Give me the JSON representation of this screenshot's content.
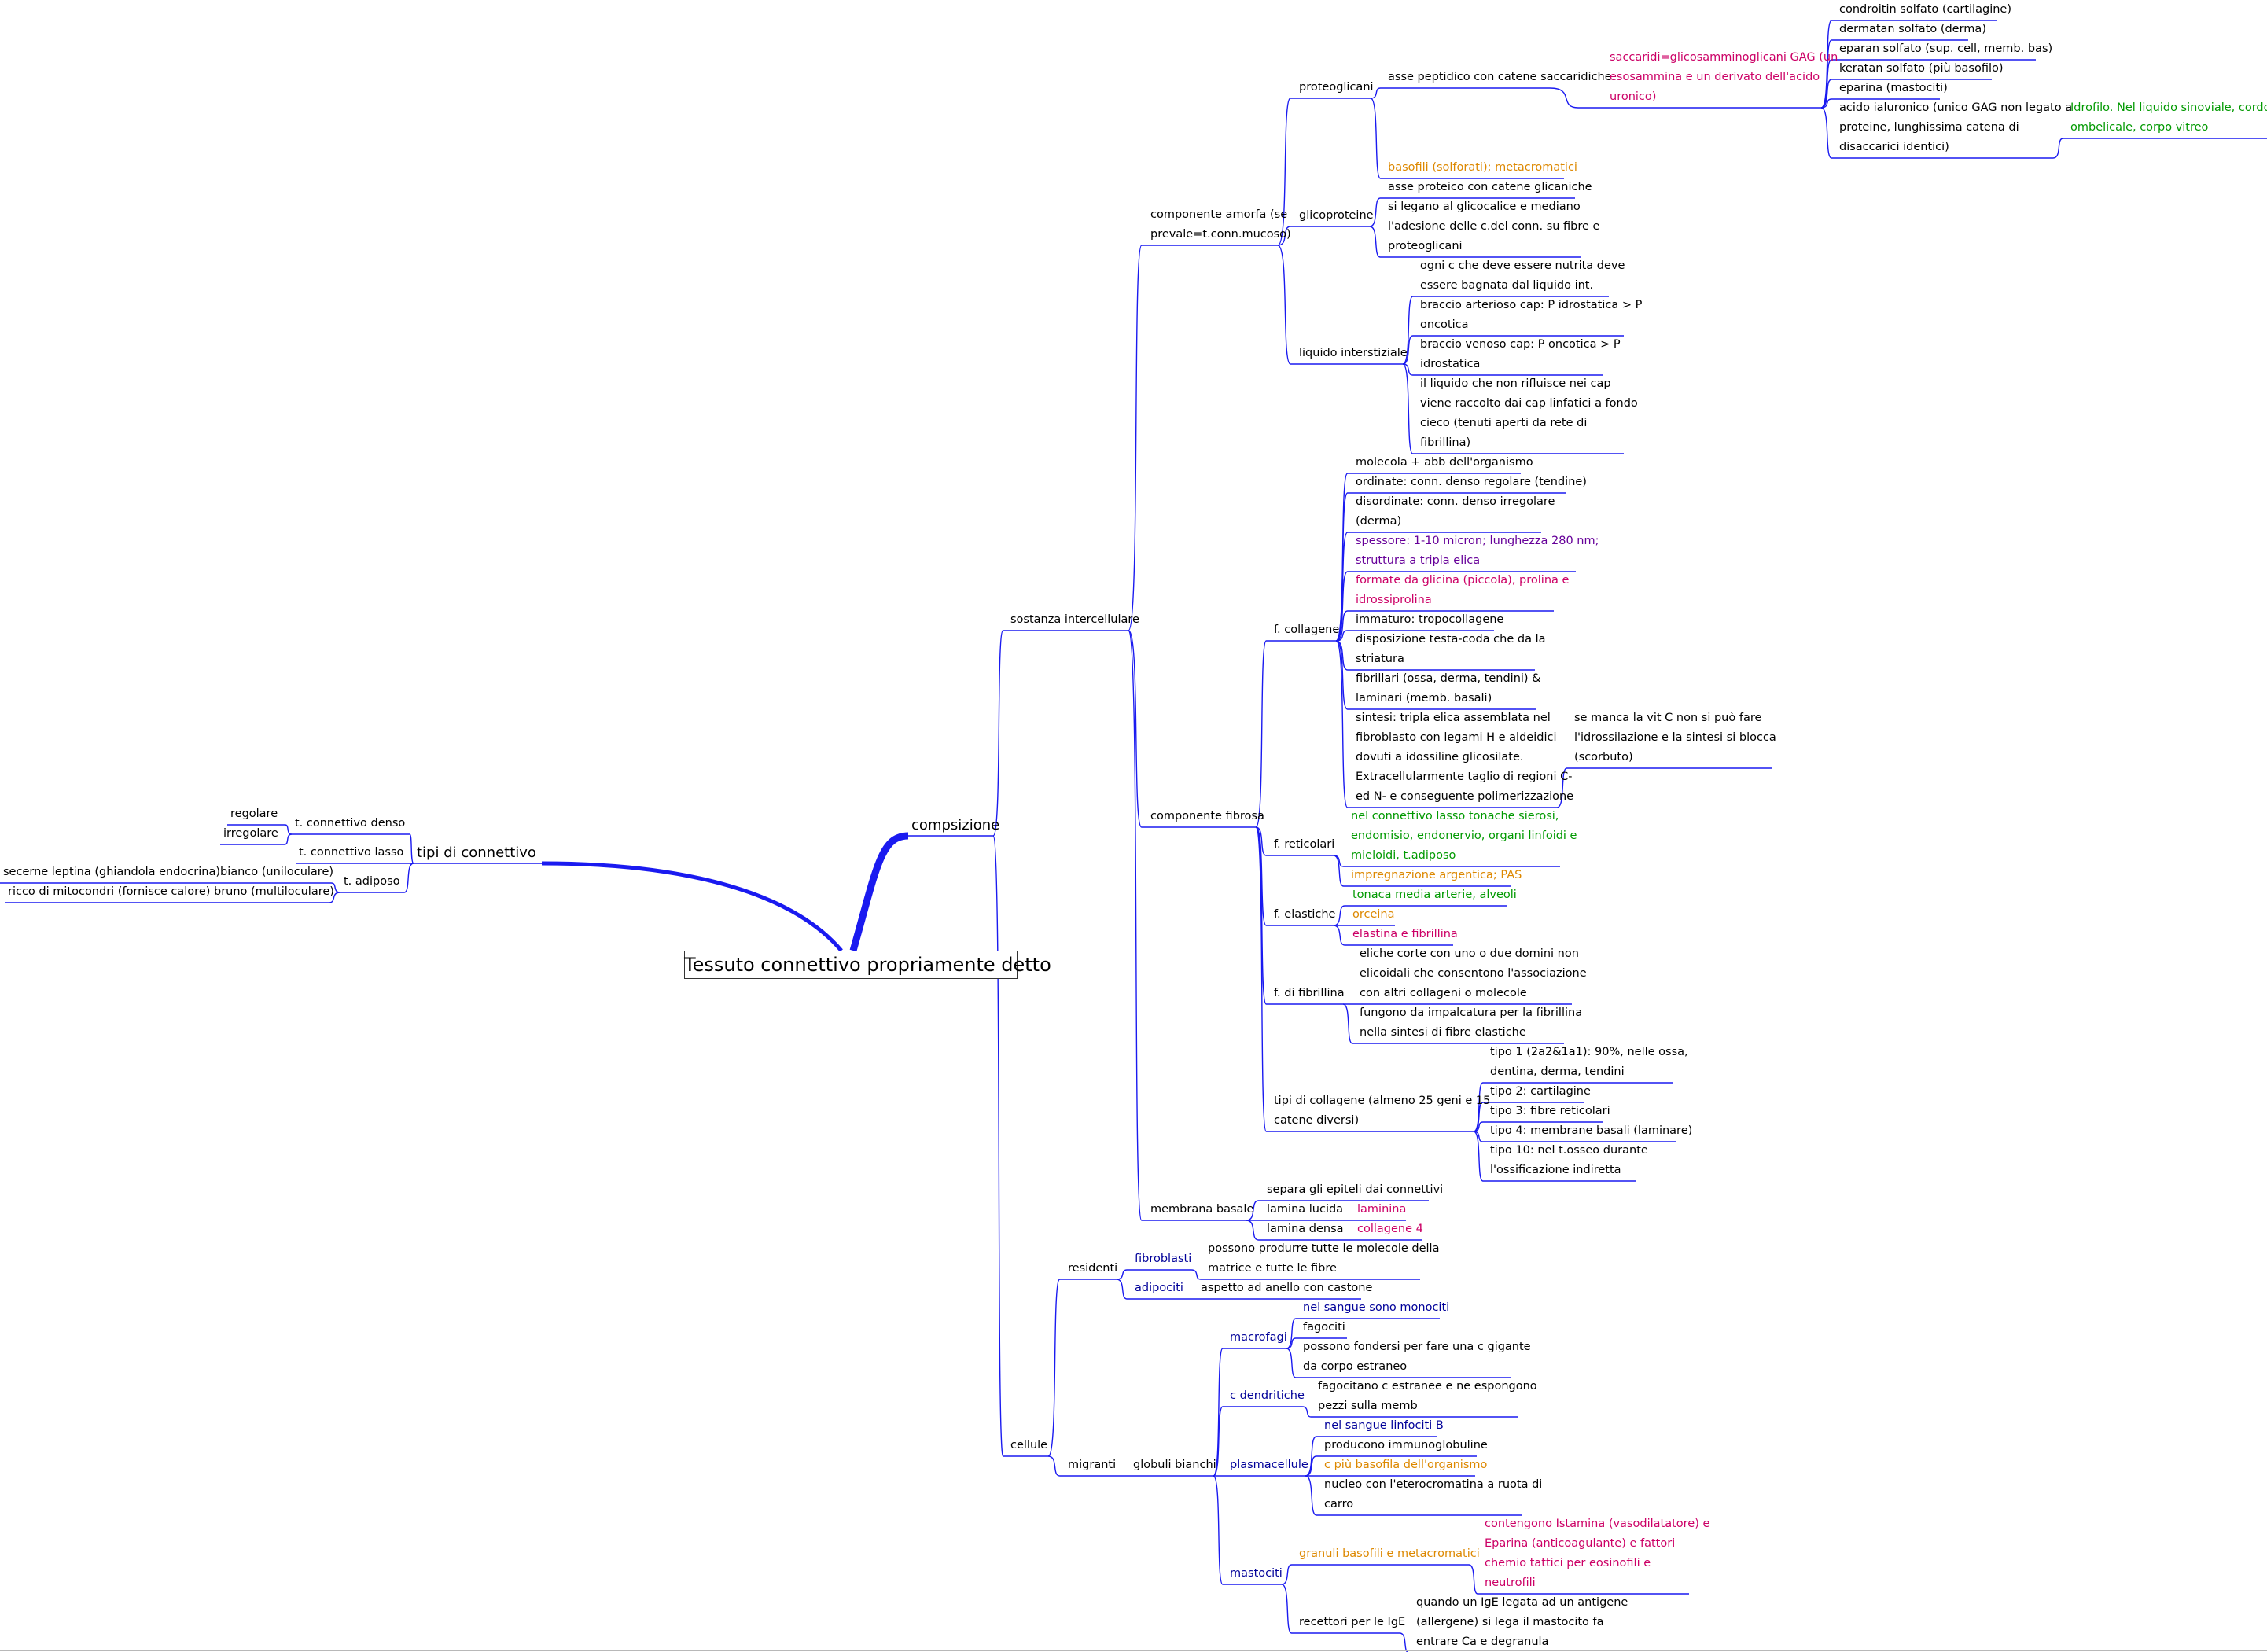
{
  "root": "Tessuto connettivo propriamente detto",
  "colors": {
    "branch": "#1a1af0",
    "text": "#000000",
    "navy": "#000099",
    "magenta": "#cc0066",
    "orange": "#dd8800",
    "green": "#009900",
    "purple": "#660099",
    "navy_blue": "#000080"
  },
  "nodes": [
    {
      "id": "tipi",
      "text": "tipi di connettivo",
      "color": "text"
    },
    {
      "id": "denso",
      "text": "t. connettivo denso",
      "color": "text"
    },
    {
      "id": "regolare",
      "text": "regolare",
      "color": "text"
    },
    {
      "id": "irregolare",
      "text": "irregolare",
      "color": "text"
    },
    {
      "id": "lasso",
      "text": "t. connettivo lasso",
      "color": "text"
    },
    {
      "id": "adiposo",
      "text": "t. adiposo",
      "color": "text"
    },
    {
      "id": "bianco",
      "text": "bianco (uniloculare)",
      "color": "text"
    },
    {
      "id": "secerne",
      "text": "secerne leptina (ghiandola endocrina)",
      "color": "text"
    },
    {
      "id": "bruno",
      "text": "bruno (multiloculare)",
      "color": "text"
    },
    {
      "id": "ricco",
      "text": "ricco di mitocondri (fornisce calore)",
      "color": "text"
    },
    {
      "id": "comp",
      "text": "compsizione",
      "color": "text"
    },
    {
      "id": "sost",
      "text": "sostanza intercellulare",
      "color": "text"
    },
    {
      "id": "amorfa",
      "text": [
        "componente amorfa (se",
        "prevale=t.conn.mucoso)"
      ],
      "color": "text"
    },
    {
      "id": "proteo",
      "text": "proteoglicani",
      "color": "text"
    },
    {
      "id": "asse",
      "text": "asse peptidico con catene saccaridiche",
      "color": "text"
    },
    {
      "id": "sacc",
      "text": [
        "saccaridi=glicosamminoglicani GAG (un",
        "esosammina e un derivato dell'acido",
        "uronico)"
      ],
      "color": "magenta"
    },
    {
      "id": "condro",
      "text": "condroitin solfato (cartilagine)",
      "color": "text"
    },
    {
      "id": "dermatan",
      "text": "dermatan solfato (derma)",
      "color": "text"
    },
    {
      "id": "eparan",
      "text": "eparan solfato (sup. cell, memb. bas)",
      "color": "text"
    },
    {
      "id": "keratan",
      "text": "keratan solfato (più basofilo)",
      "color": "text"
    },
    {
      "id": "eparina",
      "text": "eparina (mastociti)",
      "color": "text"
    },
    {
      "id": "ialuronico",
      "text": [
        "acido ialuronico (unico GAG non legato a",
        "proteine, lunghissima catena di",
        "disaccarici identici)"
      ],
      "color": "text"
    },
    {
      "id": "idrofilo",
      "text": [
        "Idrofilo. Nel liquido sinoviale, cordone",
        "ombelicale, corpo vitreo"
      ],
      "color": "green"
    },
    {
      "id": "basofili",
      "text": "basofili (solforati); metacromatici",
      "color": "orange"
    },
    {
      "id": "glico",
      "text": "glicoproteine",
      "color": "text"
    },
    {
      "id": "asseprot",
      "text": "asse proteico con catene glicaniche",
      "color": "text"
    },
    {
      "id": "silegano",
      "text": [
        "si legano al glicocalice e mediano",
        "l'adesione delle c.del conn. su fibre e",
        "proteoglicani"
      ],
      "color": "text"
    },
    {
      "id": "liquido",
      "text": "liquido interstiziale",
      "color": "text"
    },
    {
      "id": "ognic",
      "text": [
        "ogni c che deve essere nutrita deve",
        "essere bagnata dal liquido int."
      ],
      "color": "text"
    },
    {
      "id": "braccioA",
      "text": [
        "braccio arterioso cap: P idrostatica > P",
        "oncotica"
      ],
      "color": "text"
    },
    {
      "id": "braccioV",
      "text": [
        "braccio venoso cap: P oncotica > P",
        "idrostatica"
      ],
      "color": "text"
    },
    {
      "id": "ilLiquido",
      "text": [
        "il liquido che non rifluisce nei cap",
        "viene raccolto dai cap linfatici a fondo",
        "cieco (tenuti aperti da rete di",
        "fibrillina)"
      ],
      "color": "text"
    },
    {
      "id": "fibrosa",
      "text": "componente fibrosa",
      "color": "text"
    },
    {
      "id": "collagene",
      "text": "f. collagene",
      "color": "text"
    },
    {
      "id": "c1",
      "text": "molecola + abb dell'organismo",
      "color": "text"
    },
    {
      "id": "c2",
      "text": "ordinate: conn. denso regolare (tendine)",
      "color": "text"
    },
    {
      "id": "c3",
      "text": [
        "disordinate: conn. denso irregolare",
        "(derma)"
      ],
      "color": "text"
    },
    {
      "id": "c4",
      "text": [
        "spessore: 1-10 micron; lunghezza 280 nm;",
        "struttura a tripla elica"
      ],
      "color": "purple"
    },
    {
      "id": "c5",
      "text": [
        "formate da glicina (piccola), prolina e",
        "idrossiprolina"
      ],
      "color": "magenta"
    },
    {
      "id": "c6",
      "text": "immaturo: tropocollagene",
      "color": "text"
    },
    {
      "id": "c7",
      "text": [
        "disposizione testa-coda che da la",
        "striatura"
      ],
      "color": "text"
    },
    {
      "id": "c8",
      "text": [
        "fibrillari (ossa, derma, tendini) &",
        "laminari (memb. basali)"
      ],
      "color": "text"
    },
    {
      "id": "c9",
      "text": [
        "sintesi: tripla elica assemblata nel",
        "fibroblasto con legami H e aldeidici",
        "dovuti a idossiline glicosilate.",
        "Extracellularmente taglio di regioni C-",
        "ed N- e conseguente polimerizzazione"
      ],
      "color": "text"
    },
    {
      "id": "vitc",
      "text": [
        "se manca la vit C non si può fare",
        "l'idrossilazione e la sintesi si blocca",
        "(scorbuto)"
      ],
      "color": "text"
    },
    {
      "id": "reticolari",
      "text": "f. reticolari",
      "color": "text"
    },
    {
      "id": "r1",
      "text": [
        "nel connettivo lasso tonache sierosi,",
        "endomisio, endonervio, organi linfoidi e",
        "mieloidi, t.adiposo"
      ],
      "color": "green"
    },
    {
      "id": "r2",
      "text": "impregnazione argentica; PAS",
      "color": "orange"
    },
    {
      "id": "elastiche",
      "text": "f. elastiche",
      "color": "text"
    },
    {
      "id": "e1",
      "text": "tonaca media arterie, alveoli",
      "color": "green"
    },
    {
      "id": "e2",
      "text": "orceina",
      "color": "orange"
    },
    {
      "id": "e3",
      "text": "elastina e fibrillina",
      "color": "magenta"
    },
    {
      "id": "fibrillina",
      "text": "f. di fibrillina",
      "color": "text"
    },
    {
      "id": "fb1",
      "text": [
        "eliche corte con uno o due domini non",
        "elicoidali che consentono l'associazione",
        "con altri collageni o molecole"
      ],
      "color": "text"
    },
    {
      "id": "fb2",
      "text": [
        "fungono da impalcatura per la fibrillina",
        "nella sintesi di fibre elastiche"
      ],
      "color": "text"
    },
    {
      "id": "tipicoll",
      "text": [
        "tipi di collagene (almeno 25 geni e 15",
        "catene diversi)"
      ],
      "color": "text"
    },
    {
      "id": "t1",
      "text": [
        "tipo 1 (2a2&1a1): 90%, nelle ossa,",
        "dentina, derma, tendini"
      ],
      "color": "text"
    },
    {
      "id": "t2",
      "text": "tipo 2: cartilagine",
      "color": "text"
    },
    {
      "id": "t3",
      "text": "tipo 3: fibre reticolari",
      "color": "text"
    },
    {
      "id": "t4",
      "text": "tipo 4: membrane basali (laminare)",
      "color": "text"
    },
    {
      "id": "t10",
      "text": [
        "tipo 10: nel t.osseo durante",
        "l'ossificazione indiretta"
      ],
      "color": "text"
    },
    {
      "id": "membrana",
      "text": "membrana basale",
      "color": "text"
    },
    {
      "id": "m1",
      "text": "separa gli epiteli dai connettivi",
      "color": "text"
    },
    {
      "id": "lucida",
      "text": "lamina lucida",
      "color": "text"
    },
    {
      "id": "laminina",
      "text": "laminina",
      "color": "magenta"
    },
    {
      "id": "densa",
      "text": "lamina densa",
      "color": "text"
    },
    {
      "id": "coll4",
      "text": "collagene 4",
      "color": "magenta"
    },
    {
      "id": "cellule",
      "text": "cellule",
      "color": "text"
    },
    {
      "id": "residenti",
      "text": "residenti",
      "color": "text"
    },
    {
      "id": "fibroblasti",
      "text": "fibroblasti",
      "color": "navy"
    },
    {
      "id": "fibrotxt",
      "text": [
        "possono produrre tutte le molecole della",
        "matrice e tutte le fibre"
      ],
      "color": "text"
    },
    {
      "id": "adipociti",
      "text": "adipociti",
      "color": "navy"
    },
    {
      "id": "adipotxt",
      "text": "aspetto ad anello con castone",
      "color": "text"
    },
    {
      "id": "migranti",
      "text": "migranti",
      "color": "text"
    },
    {
      "id": "globuli",
      "text": "globuli bianchi",
      "color": "text"
    },
    {
      "id": "macrofagi",
      "text": "macrofagi",
      "color": "navy"
    },
    {
      "id": "ma1",
      "text": "nel sangue sono monociti",
      "color": "navy"
    },
    {
      "id": "ma2",
      "text": "fagociti",
      "color": "text"
    },
    {
      "id": "ma3",
      "text": [
        "possono fondersi per fare una c gigante",
        "da corpo estraneo"
      ],
      "color": "text"
    },
    {
      "id": "dendritiche",
      "text": "c dendritiche",
      "color": "navy"
    },
    {
      "id": "de1",
      "text": [
        "fagocitano c estranee e ne espongono",
        "pezzi sulla memb"
      ],
      "color": "text"
    },
    {
      "id": "plasma",
      "text": "plasmacellule",
      "color": "navy"
    },
    {
      "id": "p1",
      "text": "nel sangue linfociti B",
      "color": "navy"
    },
    {
      "id": "p2",
      "text": "producono immunoglobuline",
      "color": "text"
    },
    {
      "id": "p3",
      "text": "c più basofila dell'organismo",
      "color": "orange"
    },
    {
      "id": "p4",
      "text": [
        "nucleo con l'eterocromatina a ruota di",
        "carro"
      ],
      "color": "text"
    },
    {
      "id": "mastociti",
      "text": "mastociti",
      "color": "navy"
    },
    {
      "id": "granuli",
      "text": "granuli basofili e metacromatici",
      "color": "orange"
    },
    {
      "id": "contengono",
      "text": [
        "contengono Istamina (vasodilatatore) e",
        "Eparina (anticoagulante) e fattori",
        "chemio tattici per eosinofili e",
        "neutrofili"
      ],
      "color": "magenta"
    },
    {
      "id": "recettori",
      "text": "recettori per le IgE",
      "color": "text"
    },
    {
      "id": "quando",
      "text": [
        "quando un IgE legata ad un antigene",
        "(allergene) si lega il mastocito fa",
        "entrare Ca e degranula"
      ],
      "color": "text"
    }
  ]
}
